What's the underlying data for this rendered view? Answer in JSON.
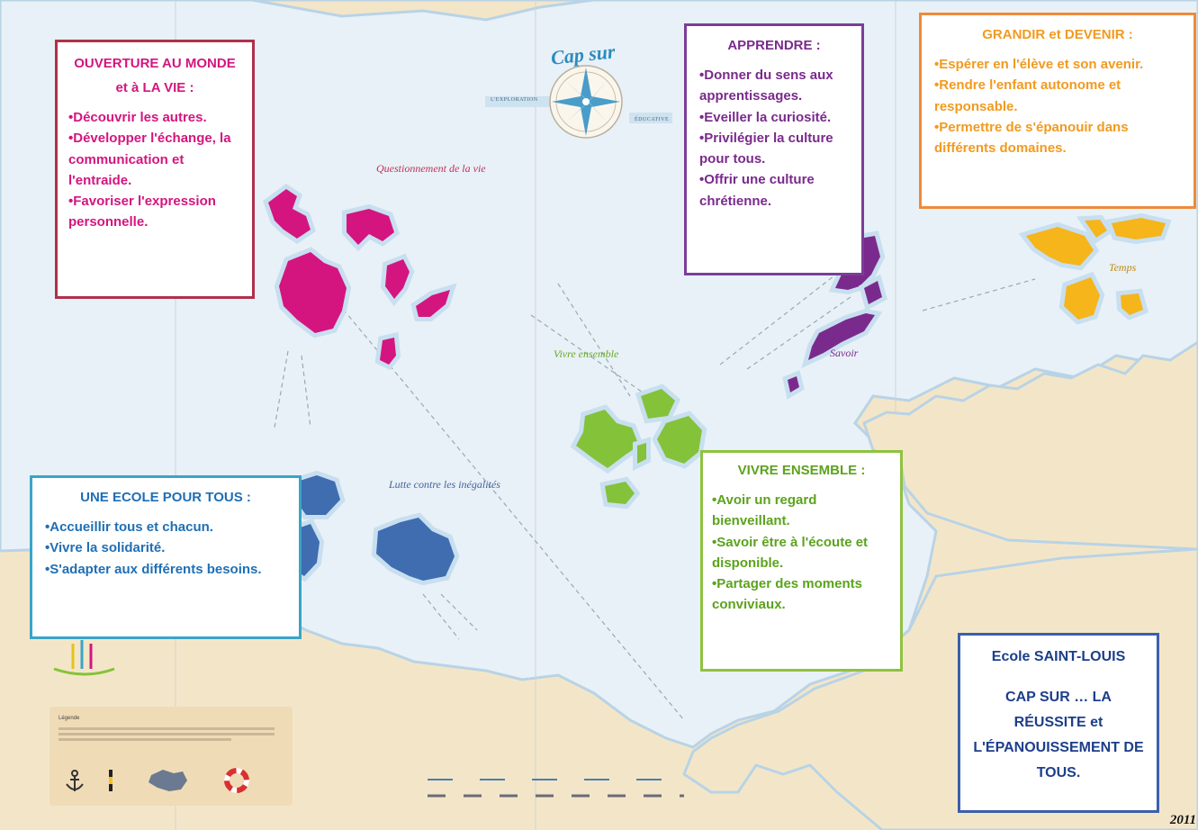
{
  "map": {
    "colors": {
      "land": "#f3e6c8",
      "sea": "#e8f1f7",
      "shallow": "#c8dff0",
      "ouverture": "#d4157f",
      "apprendre": "#7a2a8c",
      "grandir": "#f5b51b",
      "ecole": "#3f6db0",
      "vivre": "#84c23a"
    },
    "compass": {
      "title": "Cap sur",
      "left_label": "L'EXPLORATION",
      "right_label": "ÉDUCATIVE"
    },
    "labels": {
      "questionnement": "Questionnement de la vie",
      "vivre": "Vivre ensemble",
      "lutte": "Lutte contre les inégalités",
      "savoir": "Savoir",
      "temps": "Temps"
    },
    "year": "2011"
  },
  "boxes": {
    "ouverture": {
      "title": "OUVERTURE AU MONDE et  à LA VIE :",
      "items": [
        "•Découvrir les autres.",
        "•Développer l'échange, la communication et l'entraide.",
        "•Favoriser l'expression personnelle."
      ]
    },
    "apprendre": {
      "title": "APPRENDRE :",
      "items": [
        "•Donner du sens aux apprentissages.",
        "•Eveiller la curiosité.",
        "•Privilégier la culture pour tous.",
        "•Offrir une culture chrétienne."
      ]
    },
    "grandir": {
      "title": "GRANDIR et DEVENIR :",
      "items": [
        "•Espérer en l'élève et son avenir.",
        "•Rendre l'enfant autonome et responsable.",
        "•Permettre de s'épanouir dans différents domaines."
      ]
    },
    "ecole": {
      "title": "UNE ECOLE POUR TOUS :",
      "items": [
        "•Accueillir tous et chacun.",
        "•Vivre la solidarité.",
        "•S'adapter aux différents besoins."
      ]
    },
    "vivre": {
      "title": "VIVRE ENSEMBLE :",
      "items": [
        "•Avoir un regard bienveillant.",
        "•Savoir être à l'écoute et disponible.",
        "•Partager des moments conviviaux."
      ]
    },
    "title": {
      "school": "Ecole SAINT-LOUIS",
      "motto": "CAP SUR … LA RÉUSSITE et L'ÉPANOUISSEMENT DE TOUS."
    }
  },
  "legend": {
    "title": "Légende",
    "icons": [
      "anchor-icon",
      "beacon-icon",
      "island-icon",
      "lifebuoy-icon"
    ]
  }
}
